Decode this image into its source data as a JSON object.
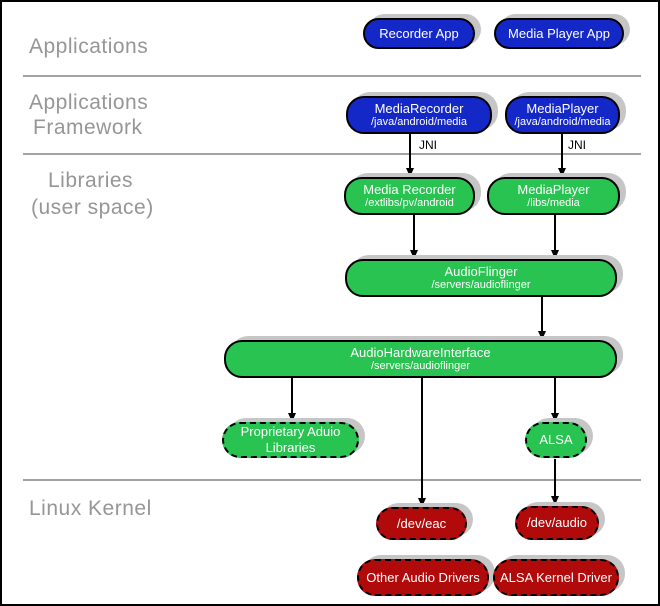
{
  "sections": {
    "applications": "Applications",
    "framework_line1": "Applications",
    "framework_line2": "Framework",
    "libraries_line1": "Libraries",
    "libraries_line2": "(user space)",
    "linux_kernel": "Linux Kernel"
  },
  "connectors": {
    "jni_label": "JNI"
  },
  "nodes": {
    "recorder_app": {
      "title": "Recorder App"
    },
    "media_player_app": {
      "title": "Media Player App"
    },
    "media_recorder_fw": {
      "title": "MediaRecorder",
      "subtitle": "/java/android/media"
    },
    "media_player_fw": {
      "title": "MediaPlayer",
      "subtitle": "/java/android/media"
    },
    "media_recorder_lib": {
      "title": "Media Recorder",
      "subtitle": "/extlibs/pv/android"
    },
    "media_player_lib": {
      "title": "MediaPlayer",
      "subtitle": "/libs/media"
    },
    "audioflinger": {
      "title": "AudioFlinger",
      "subtitle": "/servers/audioflinger"
    },
    "audio_hardware_interface": {
      "title": "AudioHardwareInterface",
      "subtitle": "/servers/audioflinger"
    },
    "proprietary_audio_libraries": {
      "title": "Proprietary Aduio",
      "subtitle": "Libraries"
    },
    "alsa": {
      "title": "ALSA"
    },
    "dev_eac": {
      "title": "/dev/eac"
    },
    "dev_audio": {
      "title": "/dev/audio"
    },
    "other_audio_drivers": {
      "title": "Other Audio Drivers"
    },
    "alsa_kernel_driver": {
      "title": "ALSA Kernel Driver"
    }
  },
  "colors": {
    "app_blue": "#1428c8",
    "lib_green": "#28c350",
    "kernel_red": "#b00a0a",
    "shadow_grey": "#c6c6c6",
    "section_label_grey": "#969696"
  }
}
